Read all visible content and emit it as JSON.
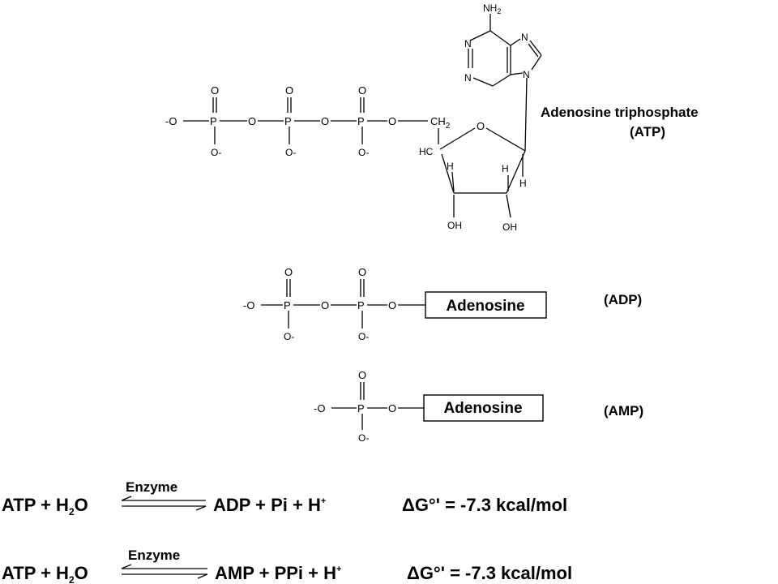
{
  "atp": {
    "label_line1": "Adenosine triphosphate",
    "label_line2": "(ATP)",
    "atoms": {
      "nh2": "NH",
      "nh2_sub": "2",
      "n": "N",
      "o": "O",
      "p": "P",
      "o_minus": "O-",
      "minus_o": "-O",
      "ch2": "CH",
      "ch2_sub": "2",
      "hc": "HC",
      "h": "H",
      "oh": "OH"
    }
  },
  "adp": {
    "box_label": "Adenosine",
    "label": "(ADP)"
  },
  "amp": {
    "box_label": "Adenosine",
    "label": "(AMP)"
  },
  "reactions": [
    {
      "enzyme": "Enzyme",
      "left": "ATP + H",
      "left_sub": "2",
      "left_end": "O",
      "right": "ADP + Pi + H",
      "right_sup": "+",
      "delta": "ΔG°' = -7.3 kcal/mol"
    },
    {
      "enzyme": "Enzyme",
      "left": "ATP + H",
      "left_sub": "2",
      "left_end": "O",
      "right": "AMP + PPi + H",
      "right_sup": "+",
      "delta": "ΔG°' = -7.3 kcal/mol"
    }
  ]
}
